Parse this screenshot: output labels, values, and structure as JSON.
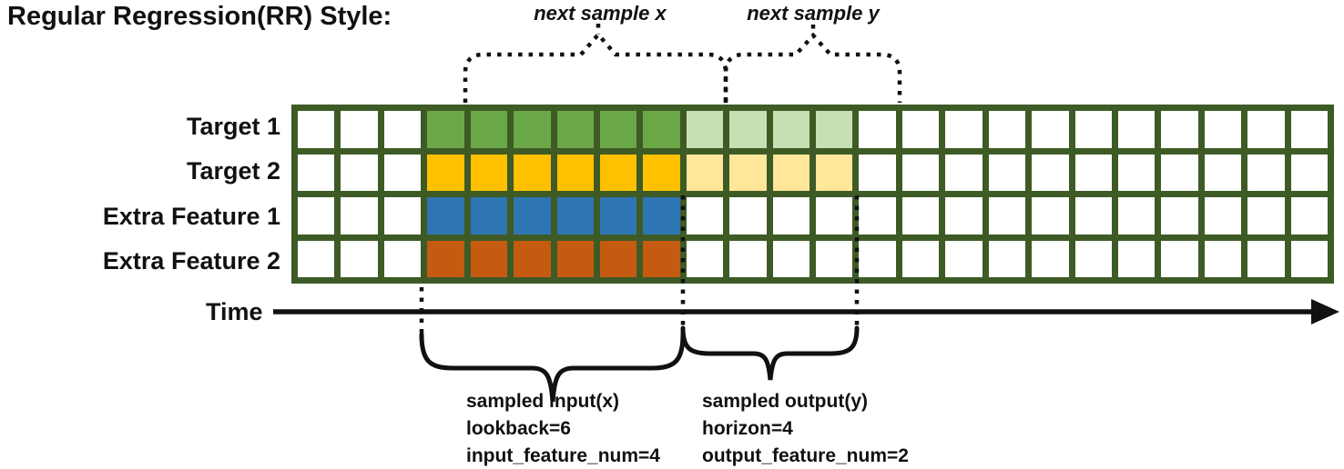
{
  "title": "Regular Regression(RR) Style:",
  "colors": {
    "grid_border": "#3e5b26",
    "empty": "#ffffff",
    "green": "#6aa747",
    "green_light": "#c6e0b4",
    "yellow": "#ffc000",
    "yellow_light": "#ffe699",
    "blue": "#2e75b4",
    "orange": "#c55a11",
    "ink": "#111111"
  },
  "grid": {
    "columns": 24,
    "rows": [
      {
        "label": "Target 1",
        "segments": [
          {
            "n": 3,
            "c": "empty"
          },
          {
            "n": 6,
            "c": "green"
          },
          {
            "n": 4,
            "c": "green_light"
          },
          {
            "n": 11,
            "c": "empty"
          }
        ]
      },
      {
        "label": "Target 2",
        "segments": [
          {
            "n": 3,
            "c": "empty"
          },
          {
            "n": 6,
            "c": "yellow"
          },
          {
            "n": 4,
            "c": "yellow_light"
          },
          {
            "n": 11,
            "c": "empty"
          }
        ]
      },
      {
        "label": "Extra Feature 1",
        "segments": [
          {
            "n": 3,
            "c": "empty"
          },
          {
            "n": 6,
            "c": "blue"
          },
          {
            "n": 15,
            "c": "empty"
          }
        ]
      },
      {
        "label": "Extra Feature 2",
        "segments": [
          {
            "n": 3,
            "c": "empty"
          },
          {
            "n": 6,
            "c": "orange"
          },
          {
            "n": 15,
            "c": "empty"
          }
        ]
      }
    ]
  },
  "annotations": {
    "next_sample_x": "next sample x",
    "next_sample_y": "next sample y",
    "time_label": "Time",
    "input_block": {
      "line1": "sampled input(x)",
      "line2": "lookback=6",
      "line3": "input_feature_num=4"
    },
    "output_block": {
      "line1": "sampled output(y)",
      "line2": "horizon=4",
      "line3": "output_feature_num=2"
    }
  }
}
